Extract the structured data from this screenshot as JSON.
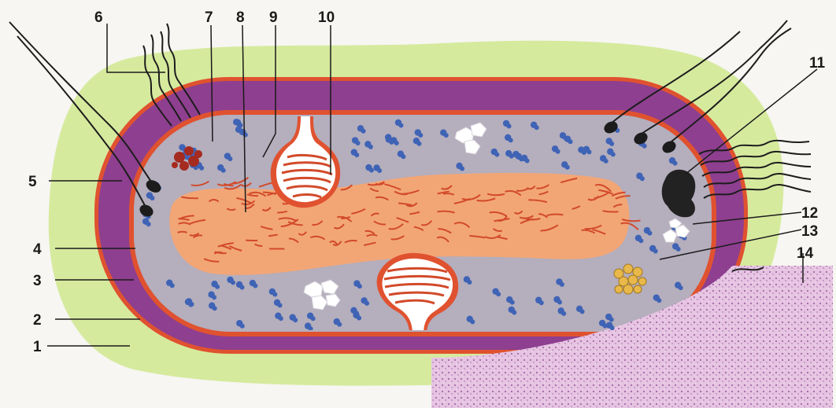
{
  "diagram": {
    "labels": [
      "1",
      "2",
      "3",
      "4",
      "5",
      "6",
      "7",
      "8",
      "9",
      "10",
      "11",
      "12",
      "13",
      "14"
    ]
  },
  "colors": {
    "capsule": "#d6ea9e",
    "cell_wall": "#8e3f8f",
    "membrane": "#e0522f",
    "cytoplasm": "#b4aebd",
    "nucleoid": "#f2a676",
    "nucleoid_strands": "#d24a2a",
    "ribosome": "#3f63b5",
    "flagellum": "#1c1c1c",
    "inclusion_dark": "#222222",
    "inclusion_red": "#a52a1f",
    "inclusion_yellow": "#e8b84a",
    "tissue": "#d6a6d2"
  }
}
